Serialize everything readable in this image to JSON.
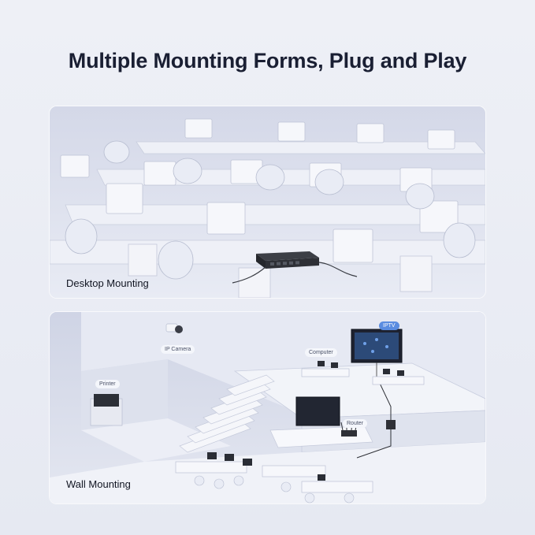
{
  "header": {
    "title": "Multiple Mounting Forms, Plug and Play"
  },
  "panels": {
    "desktop": {
      "label": "Desktop Mounting"
    },
    "wall": {
      "label": "Wall Mounting",
      "tags": {
        "ip_camera": "IP Camera",
        "computer": "Computer",
        "iptv": "IPTV",
        "printer": "Printer",
        "router": "Router"
      }
    }
  },
  "colors": {
    "title": "#1a1f33",
    "tag_blue": "#5a8ce0",
    "panel_bg": "#dde1ee",
    "device_dark": "#2e3036"
  }
}
